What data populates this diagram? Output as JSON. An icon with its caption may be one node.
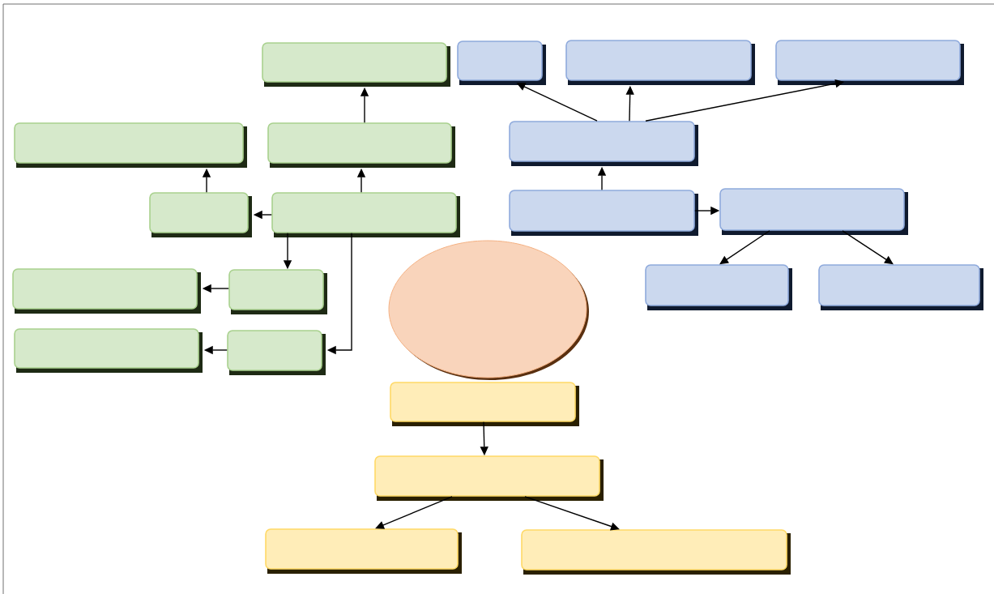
{
  "diagram": {
    "nodes": [
      {
        "text": [],
        "shape": "box"
      },
      {
        "text": [],
        "shape": "box"
      },
      {
        "text": [],
        "shape": "box"
      },
      {
        "text": [],
        "shape": "box"
      },
      {
        "text": [],
        "shape": "box"
      },
      {
        "text": [],
        "shape": "box"
      },
      {
        "text": [],
        "shape": "box"
      },
      {
        "text": [],
        "shape": "box"
      },
      {
        "text": [],
        "shape": "box"
      },
      {
        "text": [],
        "shape": "box"
      },
      {
        "text": [],
        "shape": "box"
      },
      {
        "text": [],
        "shape": "circle"
      },
      {
        "text": [],
        "shape": "box"
      },
      {
        "text": [],
        "shape": "box"
      },
      {
        "text": [],
        "shape": "box"
      },
      {
        "text": [],
        "shape": "box"
      },
      {
        "text": [],
        "shape": "box"
      },
      {
        "text": [],
        "shape": "box"
      },
      {
        "text": [],
        "shape": "box"
      },
      {
        "text": [],
        "shape": "box"
      },
      {
        "text": [],
        "shape": "box"
      },
      {
        "text": [],
        "shape": "box"
      }
    ],
    "edges": [
      {
        "from": 5,
        "to": 0,
        "arrow": "to"
      },
      {
        "from": 7,
        "to": 4,
        "arrow": "to"
      },
      {
        "from": 8,
        "to": 5,
        "arrow": "to"
      },
      {
        "from": 8,
        "to": 7,
        "arrow": "to"
      },
      {
        "from": 6,
        "to": 1,
        "arrow": "to"
      },
      {
        "from": 6,
        "to": 2,
        "arrow": "to"
      },
      {
        "from": 6,
        "to": 3,
        "arrow": "to"
      },
      {
        "from": 9,
        "to": 6,
        "arrow": "to"
      },
      {
        "from": 9,
        "to": 10,
        "arrow": "to"
      },
      {
        "from": 10,
        "to": 14,
        "arrow": "to"
      },
      {
        "from": 10,
        "to": 15,
        "arrow": "to"
      },
      {
        "from": 8,
        "to": 13,
        "arrow": "to"
      },
      {
        "from": 13,
        "to": 12,
        "arrow": "to"
      },
      {
        "from": 8,
        "to": 17,
        "arrow": "to"
      },
      {
        "from": 17,
        "to": 16,
        "arrow": "to"
      },
      {
        "from": 18,
        "to": 19,
        "arrow": "to"
      },
      {
        "from": 19,
        "to": 20,
        "arrow": "to"
      },
      {
        "from": 19,
        "to": 21,
        "arrow": "to"
      }
    ]
  }
}
